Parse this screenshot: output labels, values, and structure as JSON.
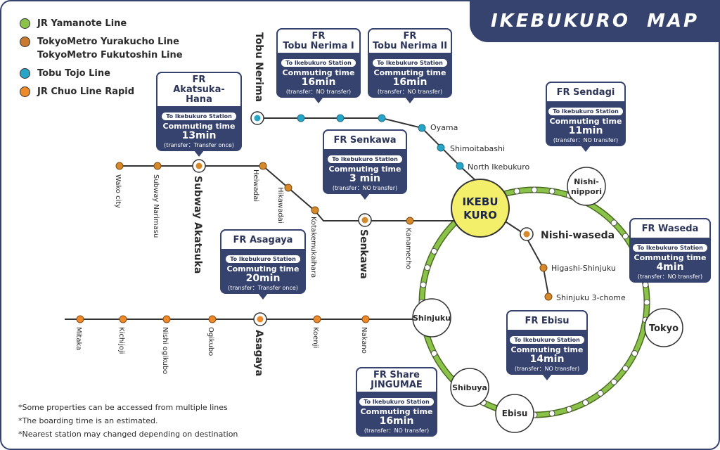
{
  "title": "IKEBUKURO MAP",
  "colors": {
    "yamanote": "#8bc34a",
    "tokyometro": "#d6892b",
    "tobu": "#27a5c7",
    "chuo": "#ef8a2b",
    "navy": "#35436e",
    "hub": "#f3ef6a"
  },
  "legend": [
    {
      "color": "#8bc34a",
      "label": "JR Yamanote Line"
    },
    {
      "color": "#c97a2f",
      "label": "TokyoMetro Yurakucho Line\nTokyoMetro Fukutoshin Line"
    },
    {
      "color": "#27a5c7",
      "label": "Tobu Tojo Line"
    },
    {
      "color": "#ef8a2b",
      "label": "JR Chuo Line Rapid"
    }
  ],
  "notes": [
    "*Some properties can be accessed from multiple lines",
    "*The boarding time is an estimated.",
    "*Nearest station may changed depending on destination"
  ],
  "hub": {
    "line1": "IKEBU",
    "line2": "KURO"
  },
  "stations": {
    "tobu_nerima": "Tobu Nerima",
    "oyama": "Oyama",
    "shimoitabashi": "Shimoitabashi",
    "north_ikebukuro": "North Ikebukuro",
    "wako_city": "Wako city",
    "subway_narimasu": "Subway Narimasu",
    "subway_akatsuka": "Subway Akatsuka",
    "heiwadai": "Heiwadai",
    "hikawadai": "Hikawadai",
    "kotakemukaihara": "Kotakemukaihara",
    "senkawa": "Senkawa",
    "kanamecho": "Kanamecho",
    "nishi_waseda": "Nishi-waseda",
    "higashi_shinjuku": "Higashi-Shinjuku",
    "shinjuku_3chome": "Shinjuku 3-chome",
    "mitaka": "Mitaka",
    "kichijoji": "Kichijoji",
    "nishi_ogikubo": "Nishi ogikubo",
    "ogikubo": "Ogikubo",
    "asagaya": "Asagaya",
    "koenji": "Koenji",
    "nakano": "Nakano",
    "nishi_nippori_1": "Nishi-",
    "nishi_nippori_2": "nippori",
    "tokyo": "Tokyo",
    "shinjuku": "Shinjuku",
    "shibuya": "Shibuya",
    "ebisu": "Ebisu"
  },
  "cards": {
    "nerima1": {
      "title1": "FR",
      "title2": "Tobu Nerima I",
      "to": "To Ikebukuro Station",
      "ct": "Commuting time",
      "mins": "16min",
      "tr": "(transfer：NO transfer)"
    },
    "nerima2": {
      "title1": "FR",
      "title2": "Tobu Nerima II",
      "to": "To Ikebukuro Station",
      "ct": "Commuting time",
      "mins": "16min",
      "tr": "(transfer：NO transfer)"
    },
    "akatsuka": {
      "title1": "FR",
      "title2": "Akatsuka-Hana",
      "to": "To Ikebukuro Station",
      "ct": "Commuting time",
      "mins": "13min",
      "tr": "(transfer：Transfer once)"
    },
    "sendagi": {
      "title1": "FR Sendagi",
      "to": "To Ikebukuro Station",
      "ct": "Commuting time",
      "mins": "11min",
      "tr": "(transfer：NO transfer)"
    },
    "senkawa": {
      "title1": "FR Senkawa",
      "to": "To Ikebukuro Station",
      "ct": "Commuting time",
      "mins": "3 min",
      "tr": "(transfer：NO transfer)"
    },
    "asagaya": {
      "title1": "FR Asagaya",
      "to": "To Ikebukuro Station",
      "ct": "Commuting time",
      "mins": "20min",
      "tr": "(transfer：Transfer once)"
    },
    "waseda": {
      "title1": "FR Waseda",
      "to": "To Ikebukuro Station",
      "ct": "Commuting time",
      "mins": "4min",
      "tr": "(transfer：NO transfer)"
    },
    "ebisu": {
      "title1": "FR Ebisu",
      "to": "To Ikebukuro Station",
      "ct": "Commuting time",
      "mins": "14min",
      "tr": "(transfer：NO transfer)"
    },
    "jingumae": {
      "title1": "FR Share",
      "title2": "JINGUMAE",
      "to": "To Ikebukuro Station",
      "ct": "Commuting time",
      "mins": "16min",
      "tr": "(transfer：NO transfer)"
    }
  }
}
